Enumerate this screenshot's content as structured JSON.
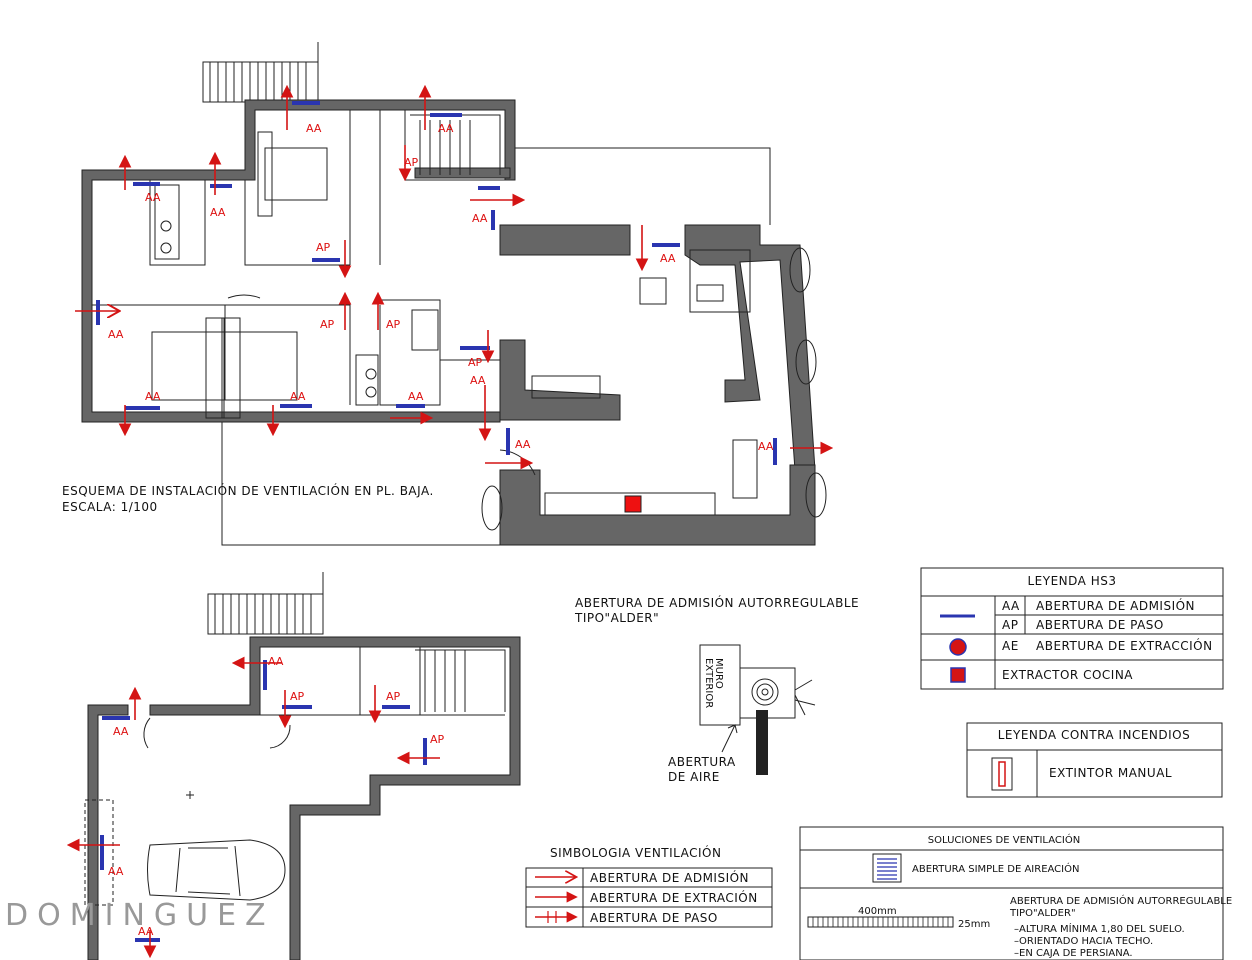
{
  "plan_title": "ESQUEMA DE INSTALACIÓN DE VENTILACIÓN EN PL. BAJA.",
  "plan_scale": "ESCALA: 1/100",
  "marks": {
    "aa": "AA",
    "ap": "AP"
  },
  "alder": {
    "title_line1": "ABERTURA DE ADMISIÓN AUTORREGULABLE",
    "title_line2": "TIPO\"ALDER\"",
    "wall_label1": "MURO",
    "wall_label2": "EXTERIOR",
    "air_label1": "ABERTURA",
    "air_label2": "DE AIRE"
  },
  "legend_hs3": {
    "title": "LEYENDA HS3",
    "rows": [
      {
        "code": "AA",
        "text": "ABERTURA DE ADMISIÓN"
      },
      {
        "code": "AP",
        "text": "ABERTURA DE PASO"
      },
      {
        "code": "AE",
        "text": "ABERTURA DE EXTRACCIÓN"
      },
      {
        "code": "",
        "text": "EXTRACTOR COCINA"
      }
    ]
  },
  "legend_fire": {
    "title": "LEYENDA CONTRA INCENDIOS",
    "item": "EXTINTOR MANUAL"
  },
  "symbology": {
    "title": "SIMBOLOGIA VENTILACIÓN",
    "rows": [
      "ABERTURA DE ADMISIÓN",
      "ABERTURA DE EXTRACIÓN",
      "ABERTURA DE PASO"
    ]
  },
  "solutions": {
    "title": "SOLUCIONES DE VENTILACIÓN",
    "simple": "ABERTURA SIMPLE DE AIREACIÓN",
    "alder_line1": "ABERTURA DE ADMISIÓN AUTORREGULABLE",
    "alder_line2": "TIPO\"ALDER\"",
    "notes": [
      "–ALTURA MÍNIMA 1,80 DEL SUELO.",
      "–ORIENTADO HACIA TECHO.",
      "–EN CAJA DE PERSIANA."
    ],
    "dim_width": "400mm",
    "dim_height": "25mm"
  },
  "watermark": "DOMINGUEZ",
  "colors": {
    "admission_mark": "#2a35b0",
    "arrow": "#d41414",
    "wall": "#666666"
  }
}
